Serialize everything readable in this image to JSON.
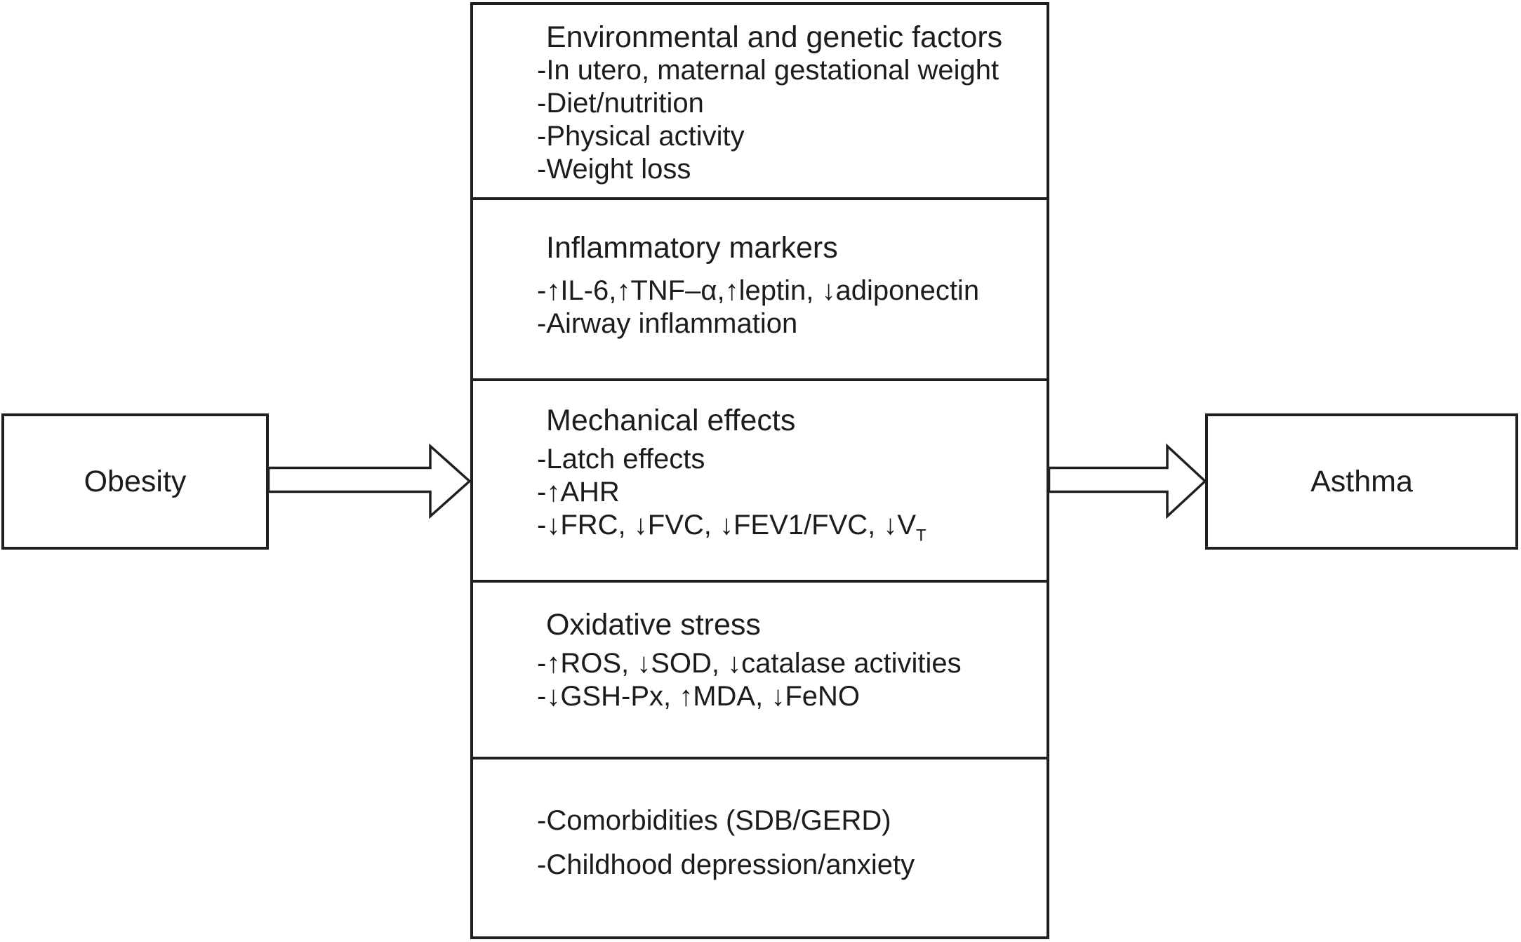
{
  "figure": {
    "description": "Flow diagram of mediating factors linking obesity to asthma",
    "left_node": {
      "label": "Obesity"
    },
    "right_node": {
      "label": "Asthma"
    },
    "arrows": [
      {
        "name": "obesity-to-factors",
        "from": "Obesity",
        "to": "mediating factors",
        "direction": "right"
      },
      {
        "name": "factors-to-asthma",
        "from": "mediating factors",
        "to": "Asthma",
        "direction": "right"
      }
    ],
    "boxes": [
      {
        "title": "Environmental and genetic factors",
        "bullets": [
          "-In utero, maternal gestational weight",
          "-Diet/nutrition",
          "-Physical activity",
          "-Weight loss"
        ]
      },
      {
        "title": "Inflammatory markers",
        "bullets": [
          "-↑IL-6,↑TNF–α,↑leptin, ↓adiponectin",
          "-Airway inflammation"
        ]
      },
      {
        "title": "Mechanical effects",
        "bullets": [
          "-Latch effects",
          "-↑AHR",
          {
            "pre": "-↓FRC, ↓FVC, ↓FEV1/FVC, ↓V",
            "sub": "T"
          }
        ]
      },
      {
        "title": "Oxidative stress",
        "bullets": [
          "-↑ROS, ↓SOD, ↓catalase activities",
          "-↓GSH-Px, ↑MDA, ↓FeNO"
        ]
      },
      {
        "title": "",
        "bullets": [
          "-Comorbidities (SDB/GERD)",
          "-Childhood depression/anxiety"
        ]
      }
    ],
    "colors": {
      "ink": "#1f1f1f",
      "background": "#ffffff"
    }
  }
}
